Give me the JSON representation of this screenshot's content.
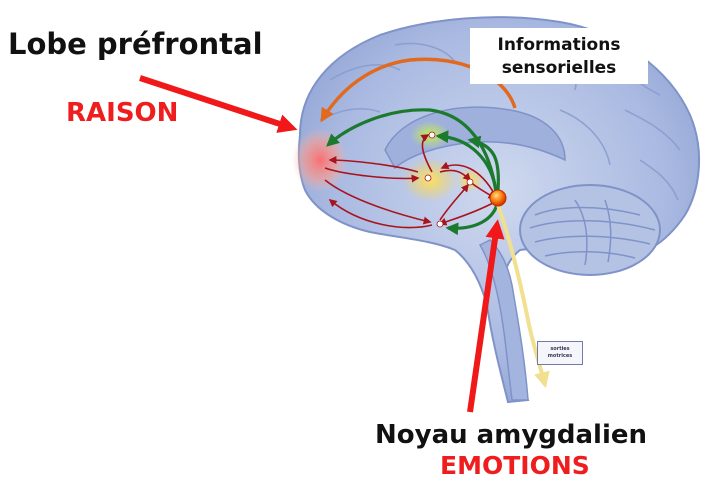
{
  "labels": {
    "prefrontal_title": "Lobe préfrontal",
    "prefrontal_subtitle": "RAISON",
    "sensory_line_1": "Informations",
    "sensory_line_2": "sensorielles",
    "amygdala_title": "Noyau amygdalien",
    "amygdala_subtitle": "EMOTIONS",
    "spinal_output_1": "sorties",
    "spinal_output_2": "motrices"
  },
  "colors": {
    "accent_red": "#ef1d1d",
    "text_dark": "#111111",
    "brain_blue": "#a9b9e1",
    "pathway_green": "#1c7a2e",
    "pathway_orange": "#e26a1f",
    "pathway_darkred": "#a8141d"
  }
}
